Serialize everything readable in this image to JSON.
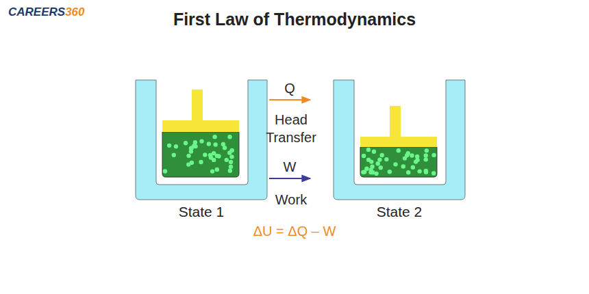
{
  "diagram": {
    "title": "First Law of Thermodynamics",
    "nodes": [
      {
        "text": [
          "State 1"
        ]
      },
      {
        "text": [
          "State 2"
        ]
      }
    ],
    "edges": [
      {
        "from": 0,
        "to": 1,
        "arrow": "to",
        "label": "Q"
      },
      {
        "from": 0,
        "to": 1,
        "arrow": "to",
        "label": "W"
      }
    ],
    "labels": [
      "CAREERS",
      "360",
      "Head Transfer",
      "Work",
      "ΔU = ΔQ – W"
    ]
  }
}
